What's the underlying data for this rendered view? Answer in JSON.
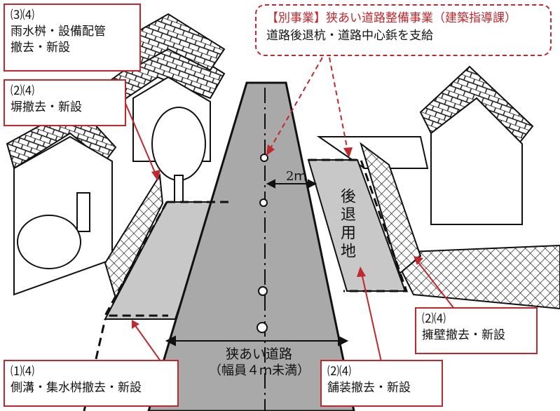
{
  "callout": {
    "title": "【別事業】狭あい道路整備事業（建築指導課）",
    "body": "道路後退杭・道路中心鋲を支給"
  },
  "labels": {
    "top_left": {
      "num": "⑶⑷",
      "line1": "雨水桝・設備配管",
      "line2": "撤去・新設"
    },
    "fence": {
      "num": "⑵⑷",
      "line1": "塀撤去・新設"
    },
    "retaining_wall": {
      "num": "⑵⑷",
      "line1": "擁壁撤去・新設"
    },
    "side_ditch": {
      "num": "⑴⑷",
      "line1": "側溝・集水桝撤去・新設"
    },
    "pavement": {
      "num": "⑵⑷",
      "line1": "舗装撤去・新設"
    }
  },
  "road": {
    "name": "狭あい道路",
    "width_note": "（幅員４ｍ未満）",
    "setback": "後退用地",
    "dimension": "2ｍ"
  },
  "colors": {
    "accent_red": "#c0282d",
    "road_gray": "#a9a9a9",
    "setback_gray": "#c8c8c8",
    "line_black": "#111111"
  }
}
